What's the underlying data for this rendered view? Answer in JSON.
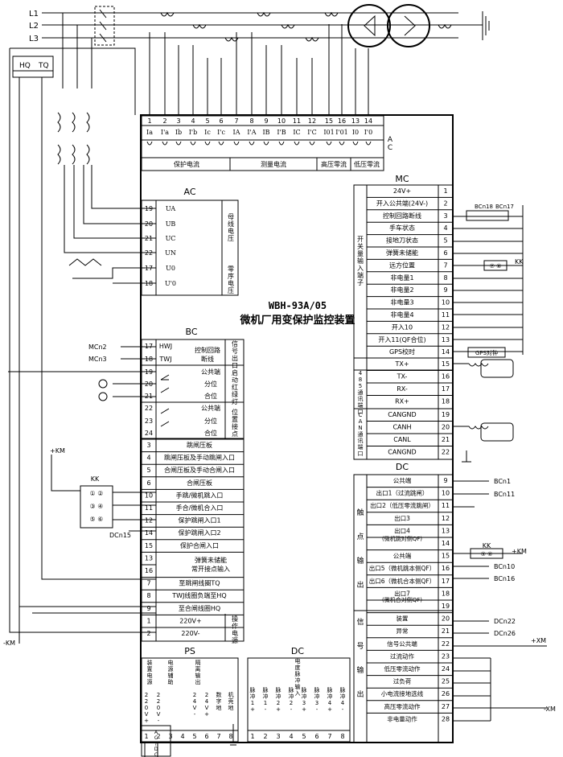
{
  "phases": [
    "L1",
    "L2",
    "L3"
  ],
  "trip_labels": {
    "hq": "HQ",
    "tq": "TQ"
  },
  "device": {
    "model": "WBH-93A/05",
    "name": "微机厂用变保护监控装置"
  },
  "ac_top": {
    "nums": [
      "1",
      "2",
      "3",
      "4",
      "5",
      "6",
      "7",
      "8",
      "9",
      "10",
      "11",
      "12",
      "15",
      "16",
      "13",
      "14"
    ],
    "labels": [
      "Ia",
      "I'a",
      "Ib",
      "I'b",
      "Ic",
      "I'c",
      "IA",
      "I'A",
      "IB",
      "I'B",
      "IC",
      "I'C",
      "I01",
      "I'01",
      "I0",
      "I'0"
    ],
    "groups": [
      "保护电流",
      "测量电流",
      "高压零流",
      "低压零流"
    ],
    "tag": "AC"
  },
  "ac_left": {
    "title": "AC",
    "nums": [
      "19",
      "20",
      "21",
      "22",
      "17",
      "18"
    ],
    "labels": [
      "UA",
      "UB",
      "UC",
      "UN",
      "U0",
      "U'0"
    ],
    "group1": "母线电压",
    "group2": "零序电压"
  },
  "mc": {
    "title": "MC",
    "group": "开关量输入端子",
    "items": [
      {
        "n": "1",
        "l": "24V+"
      },
      {
        "n": "2",
        "l": "开入公共端(24V-)"
      },
      {
        "n": "3",
        "l": "控制回路断线"
      },
      {
        "n": "4",
        "l": "手车状态"
      },
      {
        "n": "5",
        "l": "接地刀状态"
      },
      {
        "n": "6",
        "l": "弹簧未储能"
      },
      {
        "n": "7",
        "l": "远方位置"
      },
      {
        "n": "8",
        "l": "非电量1"
      },
      {
        "n": "9",
        "l": "非电量2"
      },
      {
        "n": "10",
        "l": "非电量3"
      },
      {
        "n": "11",
        "l": "非电量4"
      },
      {
        "n": "12",
        "l": "开入10"
      },
      {
        "n": "13",
        "l": "开入11(QF合位)"
      },
      {
        "n": "14",
        "l": "GPS校时"
      }
    ],
    "bcn18": "BCn18",
    "bcn17": "BCn17",
    "kk": "KK",
    "kk_pins": "⑦ ⑧",
    "gps_label": "GPS对钟"
  },
  "rs485": {
    "group": "485通讯端口",
    "items": [
      {
        "n": "15",
        "l": "TX+"
      },
      {
        "n": "16",
        "l": "TX-"
      },
      {
        "n": "17",
        "l": "RX-"
      },
      {
        "n": "18",
        "l": "RX+"
      }
    ]
  },
  "can": {
    "group": "CAN通讯端口",
    "items": [
      {
        "n": "19",
        "l": "CANGND"
      },
      {
        "n": "20",
        "l": "CANH"
      },
      {
        "n": "21",
        "l": "CANL"
      },
      {
        "n": "22",
        "l": "CANGND"
      }
    ]
  },
  "dc_right": {
    "title": "DC",
    "group1": "触点输出",
    "group2": "信号输出",
    "items": [
      {
        "n": "9",
        "l": "公共端"
      },
      {
        "n": "10",
        "l": "出口1（过流跳闸）"
      },
      {
        "n": "11",
        "l": "出口2（低压零流跳闸）"
      },
      {
        "n": "12",
        "l": "出口3"
      },
      {
        "n": "13",
        "l": "出口4"
      },
      {
        "n": "14",
        "l": ""
      },
      {
        "n": "15",
        "l": "公共端"
      },
      {
        "n": "16",
        "l": "出口5（微机跳本侧QF）"
      },
      {
        "n": "17",
        "l": "出口6（微机合本侧QF）"
      },
      {
        "n": "18",
        "l": "出口7"
      },
      {
        "n": "19",
        "l": ""
      },
      {
        "n": "20",
        "l": "装置"
      },
      {
        "n": "21",
        "l": "异常"
      },
      {
        "n": "22",
        "l": "信号公共端"
      },
      {
        "n": "23",
        "l": "过流动作"
      },
      {
        "n": "24",
        "l": "低压零流动作"
      },
      {
        "n": "25",
        "l": "过负荷"
      },
      {
        "n": "26",
        "l": "小电流接地选线"
      },
      {
        "n": "27",
        "l": "高压零流动作"
      },
      {
        "n": "28",
        "l": "非电量动作"
      }
    ],
    "out4_note": "(微机跳对侧QF)",
    "out7_note": "(微机合对侧QF)",
    "ext": [
      "BCn1",
      "BCn11",
      "BCn10",
      "BCn16",
      "DCn22",
      "DCn26"
    ],
    "kk": "KK",
    "kk_pins": "⑤ ⑥",
    "km_pos": "+KM",
    "xm_pos": "+XM",
    "xm_neg": "-XM"
  },
  "bc": {
    "title": "BC",
    "items": [
      {
        "n": "17",
        "l": "HWJ"
      },
      {
        "n": "18",
        "l": "TWJ"
      },
      {
        "n": "19",
        "l": "公共端"
      },
      {
        "n": "20",
        "l": "分位"
      },
      {
        "n": "21",
        "l": "合位"
      },
      {
        "n": "22",
        "l": "公共端"
      },
      {
        "n": "23",
        "l": "分位"
      },
      {
        "n": "24",
        "l": "合位"
      }
    ],
    "ctrl": "控制回路断线",
    "g1": "信号出口",
    "g2": "启动红绿灯",
    "g3": "位置接点",
    "ext": [
      "MCn2",
      "MCn3"
    ],
    "rows": [
      {
        "n": "3",
        "l": "跳闸压板"
      },
      {
        "n": "4",
        "l": "跳闸压板及手动跳闸入口"
      },
      {
        "n": "5",
        "l": "合闸压板及手动合闸入口"
      },
      {
        "n": "6",
        "l": "合闸压板"
      },
      {
        "n": "10",
        "l": "手跳/微机跳入口"
      },
      {
        "n": "11",
        "l": "手合/微机合入口"
      },
      {
        "n": "12",
        "l": "保护跳闸入口1"
      },
      {
        "n": "14",
        "l": "保护跳闸入口2"
      },
      {
        "n": "15",
        "l": "保护合闸入口"
      },
      {
        "n": "13",
        "l": ""
      },
      {
        "n": "16",
        "l": "弹簧未储能常开接点输入"
      },
      {
        "n": "7",
        "l": "至跳闸线圈TQ"
      },
      {
        "n": "8",
        "l": "TWJ线圈负端至HQ"
      },
      {
        "n": "9",
        "l": "至合闸线圈HQ"
      },
      {
        "n": "1",
        "l": "220V+"
      },
      {
        "n": "2",
        "l": "220V-"
      }
    ],
    "power": "操作电源",
    "kk": "KK",
    "kk_pins": [
      "① ②",
      "③ ④",
      "⑤ ⑥"
    ],
    "dcn15": "DCn15",
    "km_pos": "+KM",
    "km_neg": "-KM"
  },
  "ps": {
    "title": "PS",
    "nums": [
      "1",
      "2",
      "3",
      "4",
      "5",
      "6",
      "7",
      "8"
    ],
    "labels": [
      "220V+",
      "220V-",
      "",
      "",
      "24V-",
      "24V+",
      "数字地",
      "机壳地"
    ],
    "heads": [
      "装置电源",
      "电源辅助",
      "隔离输出"
    ],
    "src": "AC/DC 220V"
  },
  "dc_bottom": {
    "title": "DC",
    "nums": [
      "1",
      "2",
      "3",
      "4",
      "5",
      "6",
      "7",
      "8"
    ],
    "labels": [
      "脉冲1+",
      "脉冲1-",
      "脉冲2+",
      "脉冲2-",
      "脉冲3+",
      "脉冲3-",
      "脉冲4+",
      "脉冲4-"
    ],
    "head": "电度脉冲输入"
  }
}
